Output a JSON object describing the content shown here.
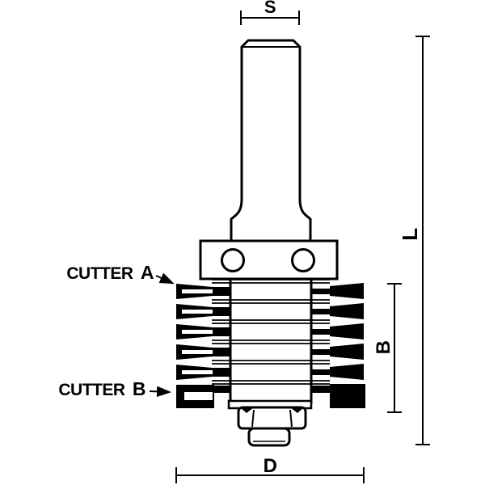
{
  "diagram": {
    "type": "router-bit-technical-drawing",
    "labels": {
      "dim_shank": "S",
      "dim_overall_length": "L",
      "dim_cut_height": "B",
      "dim_diameter": "D",
      "cutter_a_prefix": "CUTTER",
      "cutter_a_letter": "A",
      "cutter_b_prefix": "CUTTER",
      "cutter_b_letter": "B"
    },
    "colors": {
      "line": "#000000",
      "fill": "#ffffff"
    }
  }
}
